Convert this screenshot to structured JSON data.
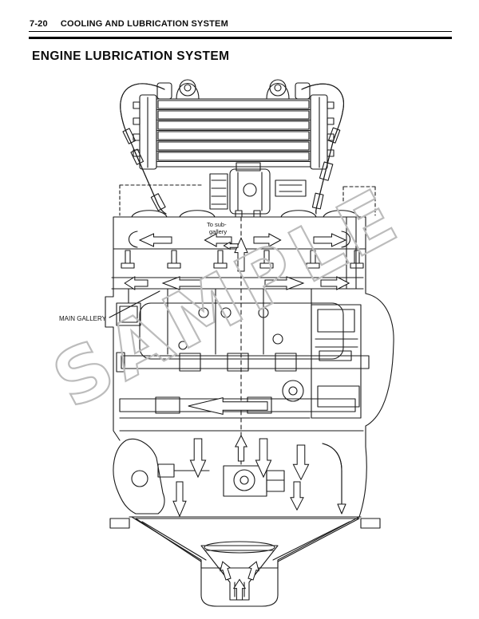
{
  "page": {
    "header": {
      "page_number": "7-20",
      "section_title": "COOLING AND LUBRICATION SYSTEM"
    },
    "title": "ENGINE LUBRICATION SYSTEM",
    "watermark": "SAMPLE",
    "diagram": {
      "labels": {
        "to_sub_gallery_line1": "To sub-",
        "to_sub_gallery_line2": "gallery",
        "main_gallery": "MAIN GALLERY"
      },
      "components": [
        "oil-cooler",
        "oil-cooler-hoses",
        "oil-filter",
        "cylinder-head-oil-passages",
        "main-gallery",
        "crankshaft",
        "transmission-shafts",
        "clutch",
        "oil-pump",
        "water-pump",
        "oil-pan",
        "oil-strainer",
        "oil-flow-arrows"
      ]
    },
    "colors": {
      "paper": "#ffffff",
      "ink": "#1a1a1a",
      "watermark": "#bcbcbc"
    }
  }
}
